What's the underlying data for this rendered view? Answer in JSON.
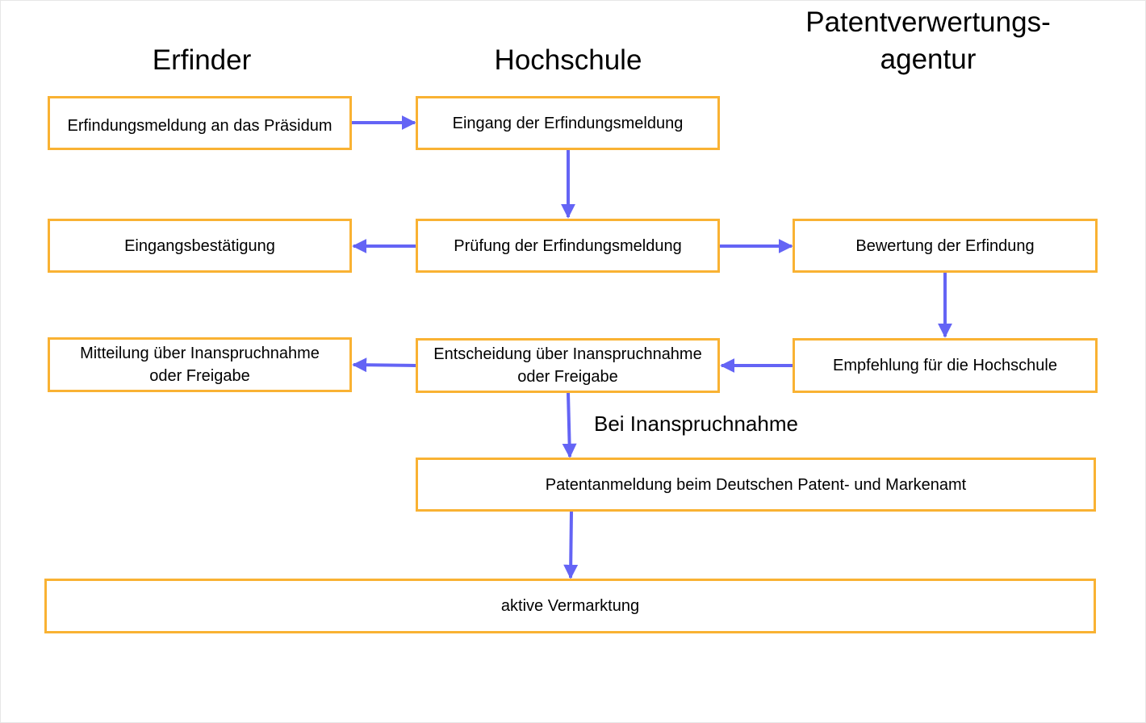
{
  "headers": {
    "erfinder": "Erfinder",
    "hochschule": "Hochschule",
    "agentur_line1": "Patentverwertungs-",
    "agentur_line2": "agentur"
  },
  "boxes": {
    "erfindungsmeldung": "Erfindungsmeldung an das Präsidum",
    "eingang": "Eingang der Erfindungsmeldung",
    "eingangsbestaetigung": "Eingangsbestätigung",
    "pruefung": "Prüfung der Erfindungsmeldung",
    "bewertung": "Bewertung der Erfindung",
    "mitteilung_line1": "Mitteilung über Inanspruchnahme",
    "mitteilung_line2": "oder Freigabe",
    "entscheidung_line1": "Entscheidung über Inanspruchnahme",
    "entscheidung_line2": "oder Freigabe",
    "empfehlung": "Empfehlung für die Hochschule",
    "patentanmeldung": "Patentanmeldung beim Deutschen Patent- und Markenamt",
    "vermarktung": "aktive Vermarktung"
  },
  "edge_labels": {
    "inanspruchnahme": "Bei Inanspruchnahme"
  },
  "colors": {
    "box_border": "#f9b233",
    "arrow": "#6464f5"
  }
}
